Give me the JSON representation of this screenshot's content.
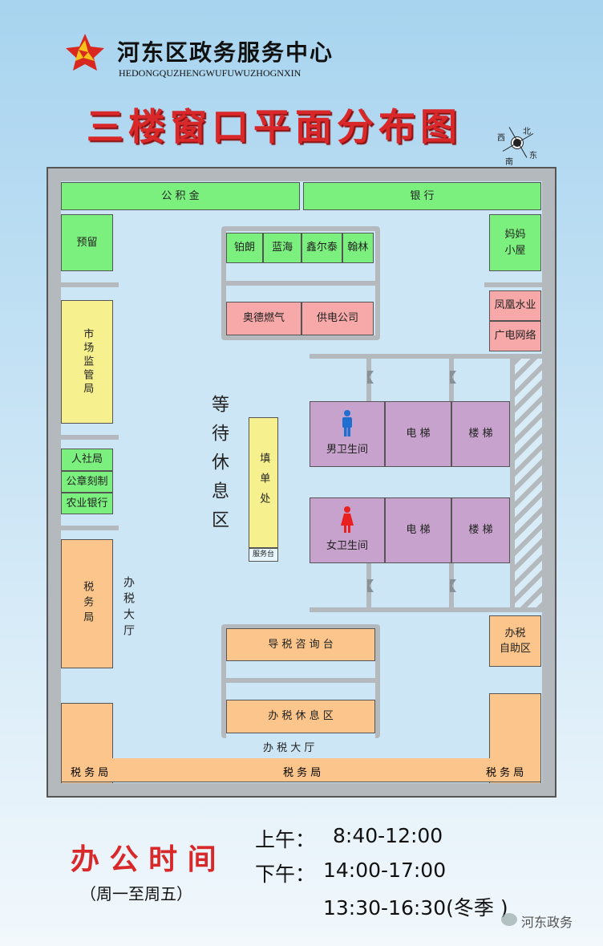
{
  "header": {
    "org_name": "河东区政务服务中心",
    "org_pinyin": "HEDONGQUZHENGWUFUWUZHOGNXIN",
    "title": "三楼窗口平面分布图",
    "compass": {
      "n": "北",
      "s": "南",
      "e": "东",
      "w": "西"
    }
  },
  "plan": {
    "top_left": "公 积 金",
    "top_right": "银  行",
    "reserved": "预留",
    "mom_room": "妈妈\n小屋",
    "market": "市场监管局",
    "hr": "人社局",
    "seal": "公章刻制",
    "agri_bank": "农业银行",
    "tax_left": "税务局",
    "tax_hall_side": "办税大厅",
    "windows": [
      "铂朗",
      "蓝海",
      "鑫尔泰",
      "翰林"
    ],
    "gas": "奥德燃气",
    "power": "供电公司",
    "water": "凤凰水业",
    "cable": "广电网络",
    "waiting": "等待休息区",
    "form_desk": "填单处",
    "service_desk": "服务台",
    "mens": "男卫生间",
    "womens": "女卫生间",
    "elevator": "电  梯",
    "stairs": "楼  梯",
    "self_service": "办税\n自助区",
    "tax_consult": "导 税 咨 询 台",
    "tax_rest": "办 税 休 息 区",
    "tax_hall": "办 税 大 厅",
    "bottom_tax": [
      "税 务 局",
      "税 务 局",
      "税 务 局"
    ]
  },
  "hours": {
    "title": "办 公 时 间",
    "days": "（周一至周五）",
    "am_label": "上午：",
    "am": "8:40-12:00",
    "pm_label": "下午：",
    "pm": "14:00-17:00",
    "winter": "13:30-16:30(冬季 )"
  },
  "watermark": "河东政务"
}
